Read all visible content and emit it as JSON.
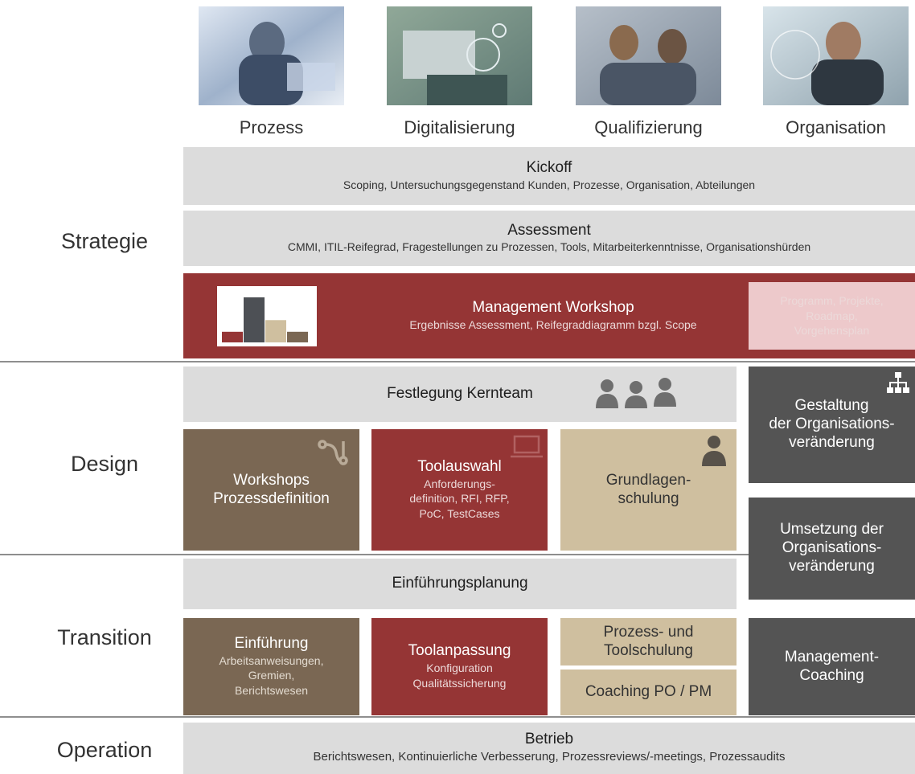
{
  "pillars": [
    {
      "label": "Prozess"
    },
    {
      "label": "Digitalisierung"
    },
    {
      "label": "Qualifizierung"
    },
    {
      "label": "Organisation"
    }
  ],
  "phases": {
    "strategie": "Strategie",
    "design": "Design",
    "transition": "Transition",
    "operation": "Operation"
  },
  "kickoff": {
    "title": "Kickoff",
    "subtitle": "Scoping, Untersuchungsgegenstand Kunden, Prozesse, Organisation, Abteilungen"
  },
  "assessment": {
    "title": "Assessment",
    "subtitle": "CMMI, ITIL-Reifegrad, Fragestellungen zu Prozessen, Tools, Mitarbeiterkenntnisse, Organisationshürden"
  },
  "management_workshop": {
    "title": "Management Workshop",
    "subtitle": "Ergebnisse Assessment, Reifegraddiagramm bzgl. Scope",
    "side_lines": [
      "Programm, Projekte,",
      "Roadmap,",
      "Vorgehensplan"
    ],
    "bar_values": [
      0.2,
      0.85,
      0.42,
      0.2
    ],
    "bar_colors": [
      "#953535",
      "#4d5055",
      "#cfbf9f",
      "#7a6753"
    ]
  },
  "kernteam": {
    "title": "Festlegung Kernteam"
  },
  "gestaltung": {
    "lines": [
      "Gestaltung",
      "der Organisations-",
      "veränderung"
    ]
  },
  "workshops": {
    "lines": [
      "Workshops",
      "Prozessdefinition"
    ]
  },
  "toolauswahl": {
    "title": "Toolauswahl",
    "lines": [
      "Anforderungs-",
      "definition, RFI, RFP,",
      "PoC, TestCases"
    ]
  },
  "grundlagen": {
    "lines": [
      "Grundlagen-",
      "schulung"
    ]
  },
  "umsetzung": {
    "lines": [
      "Umsetzung der",
      "Organisations-",
      "veränderung"
    ]
  },
  "einfuehrungsplanung": {
    "title": "Einführungsplanung"
  },
  "einfuehrung": {
    "title": "Einführung",
    "lines": [
      "Arbeitsanweisungen,",
      "Gremien,",
      "Berichtswesen"
    ]
  },
  "toolanpassung": {
    "title": "Toolanpassung",
    "lines": [
      "Konfiguration",
      "Qualitätssicherung"
    ]
  },
  "prozess_toolschulung": {
    "lines": [
      "Prozess- und",
      "Toolschulung"
    ]
  },
  "coaching": {
    "title": "Coaching PO / PM"
  },
  "management_coaching": {
    "lines": [
      "Management-",
      "Coaching"
    ]
  },
  "betrieb": {
    "title": "Betrieb",
    "subtitle": "Berichtswesen, Kontinuierliche Verbesserung, Prozessreviews/-meetings, Prozessaudits"
  },
  "icons": [
    "flow-icon",
    "laptop-icon",
    "person-icon",
    "org-chart-icon",
    "team-icon"
  ]
}
